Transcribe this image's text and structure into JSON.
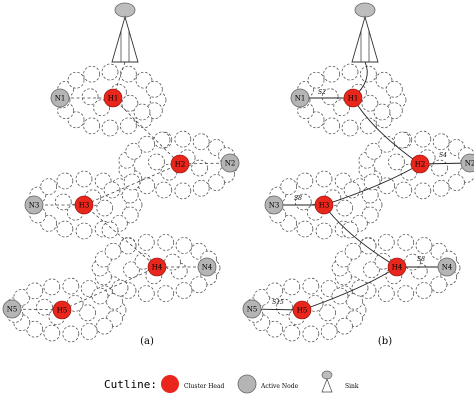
{
  "colors": {
    "cluster_head": "#e8261c",
    "active_node": "#b5b5b5",
    "sink": "#bdbdbd",
    "line": "#444444"
  },
  "panels": [
    {
      "caption": "(a)",
      "nodes": [
        {
          "label": "N1",
          "head_label": "H1"
        },
        {
          "label": "N2",
          "head_label": "H2"
        },
        {
          "label": "N3",
          "head_label": "H3"
        },
        {
          "label": "N4",
          "head_label": "H4"
        },
        {
          "label": "N5",
          "head_label": "H5"
        }
      ]
    },
    {
      "caption": "(b)",
      "nodes": [
        {
          "label": "N1",
          "head_label": "H1"
        },
        {
          "label": "N2",
          "head_label": "H2"
        },
        {
          "label": "N3",
          "head_label": "H3"
        },
        {
          "label": "N4",
          "head_label": "H4"
        },
        {
          "label": "N5",
          "head_label": "H5"
        }
      ],
      "hop_labels": [
        "S2",
        "S4",
        "S8",
        "S8",
        "S15"
      ]
    }
  ],
  "legend": {
    "title": "Cutline:",
    "cluster_head": "Cluster Head",
    "active_node": "Active Node",
    "sink": "Sink"
  }
}
